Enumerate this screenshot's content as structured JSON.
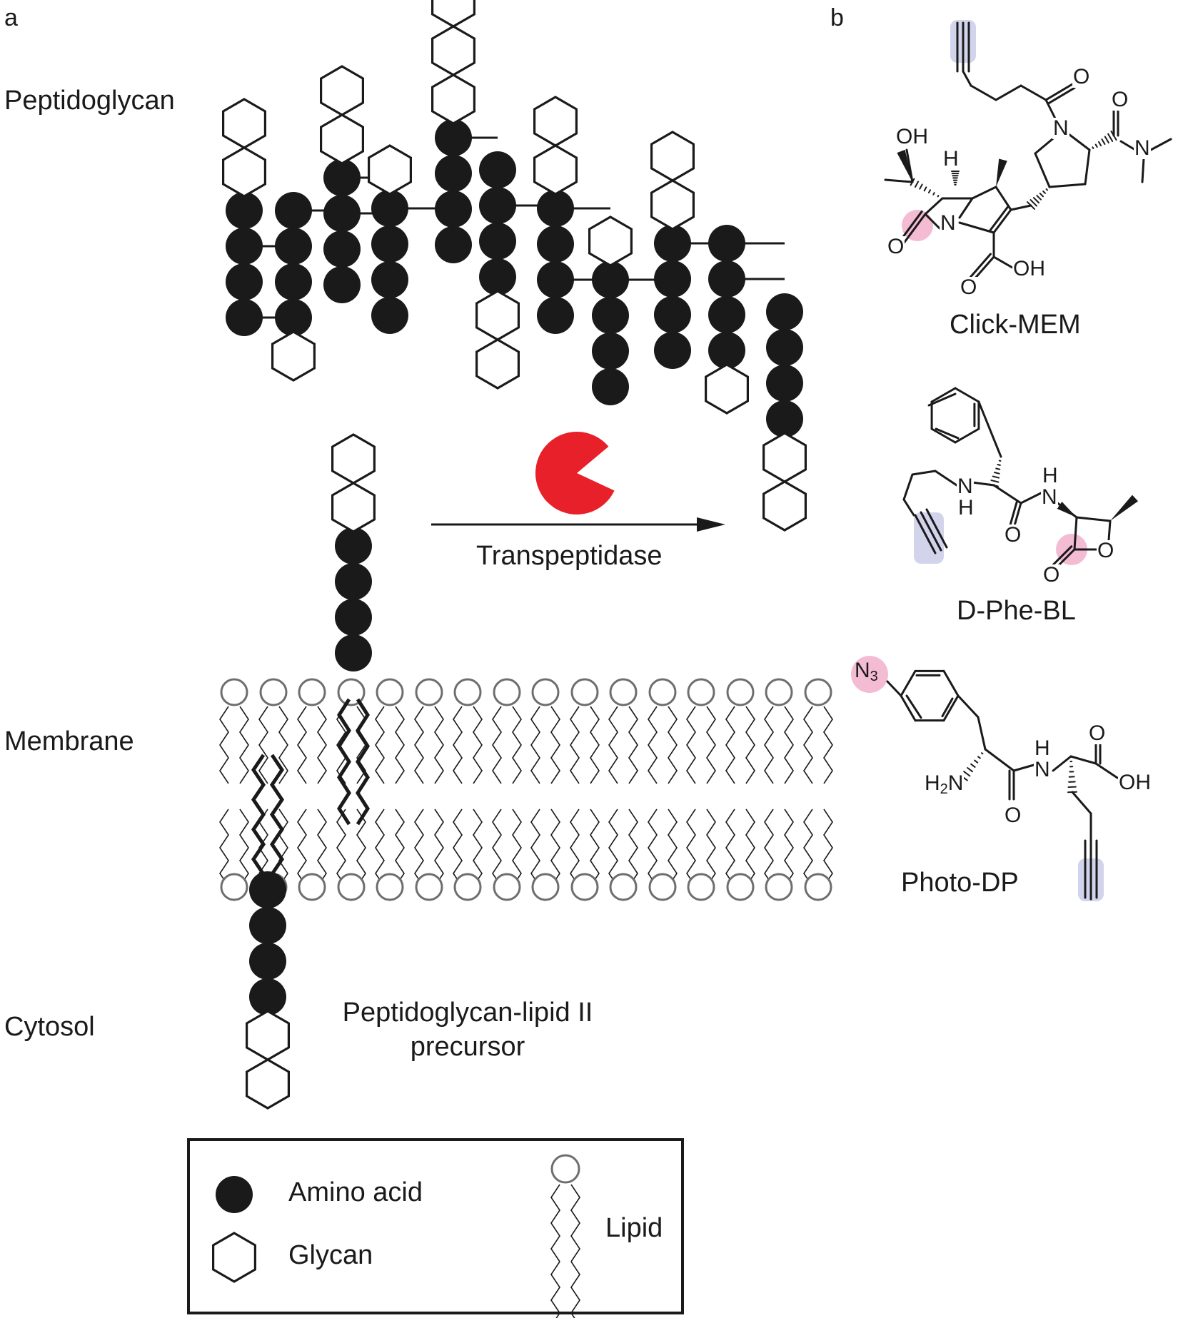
{
  "panels": {
    "a": "a",
    "b": "b"
  },
  "regions": {
    "peptidoglycan": "Peptidoglycan",
    "membrane": "Membrane",
    "cytosol": "Cytosol"
  },
  "enzyme": {
    "label": "Transpeptidase",
    "color": "#e8202a"
  },
  "precursor": {
    "line1": "Peptidoglycan-lipid II",
    "line2": "precursor"
  },
  "legend": {
    "amino_acid": "Amino acid",
    "glycan": "Glycan",
    "lipid": "Lipid"
  },
  "compounds": [
    {
      "name": "Click-MEM"
    },
    {
      "name": "D-Phe-BL"
    },
    {
      "name": "Photo-DP"
    }
  ],
  "atoms": {
    "oh": "OH",
    "h": "H",
    "n": "N",
    "o": "O",
    "cooh": "OH",
    "nh_h": "H",
    "nh_n": "N",
    "n3": "N",
    "n3_sub": "3",
    "h2n": "H",
    "h2n_sub": "2",
    "h2n_n": "N"
  },
  "highlights": {
    "warhead_color": "#f4bcd3",
    "alkyne_color": "#d2d4ec"
  },
  "colors": {
    "amino_acid": "#1a1a1a",
    "glycan_stroke": "#1a1a1a",
    "lipid_head": "#6e6e6e"
  }
}
